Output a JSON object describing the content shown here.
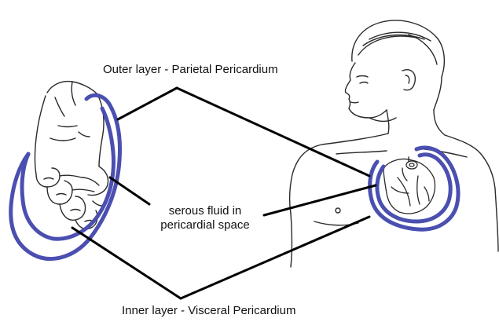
{
  "labels": {
    "outer": "Outer layer - Parietal Pericardium",
    "serous_line1": "serous fluid in",
    "serous_line2": "pericardial space",
    "inner": "Inner layer - Visceral Pericardium"
  },
  "colors": {
    "pericardium": "#4a4fb0",
    "sketch": "#2a2a2a",
    "leader": "#000000"
  }
}
